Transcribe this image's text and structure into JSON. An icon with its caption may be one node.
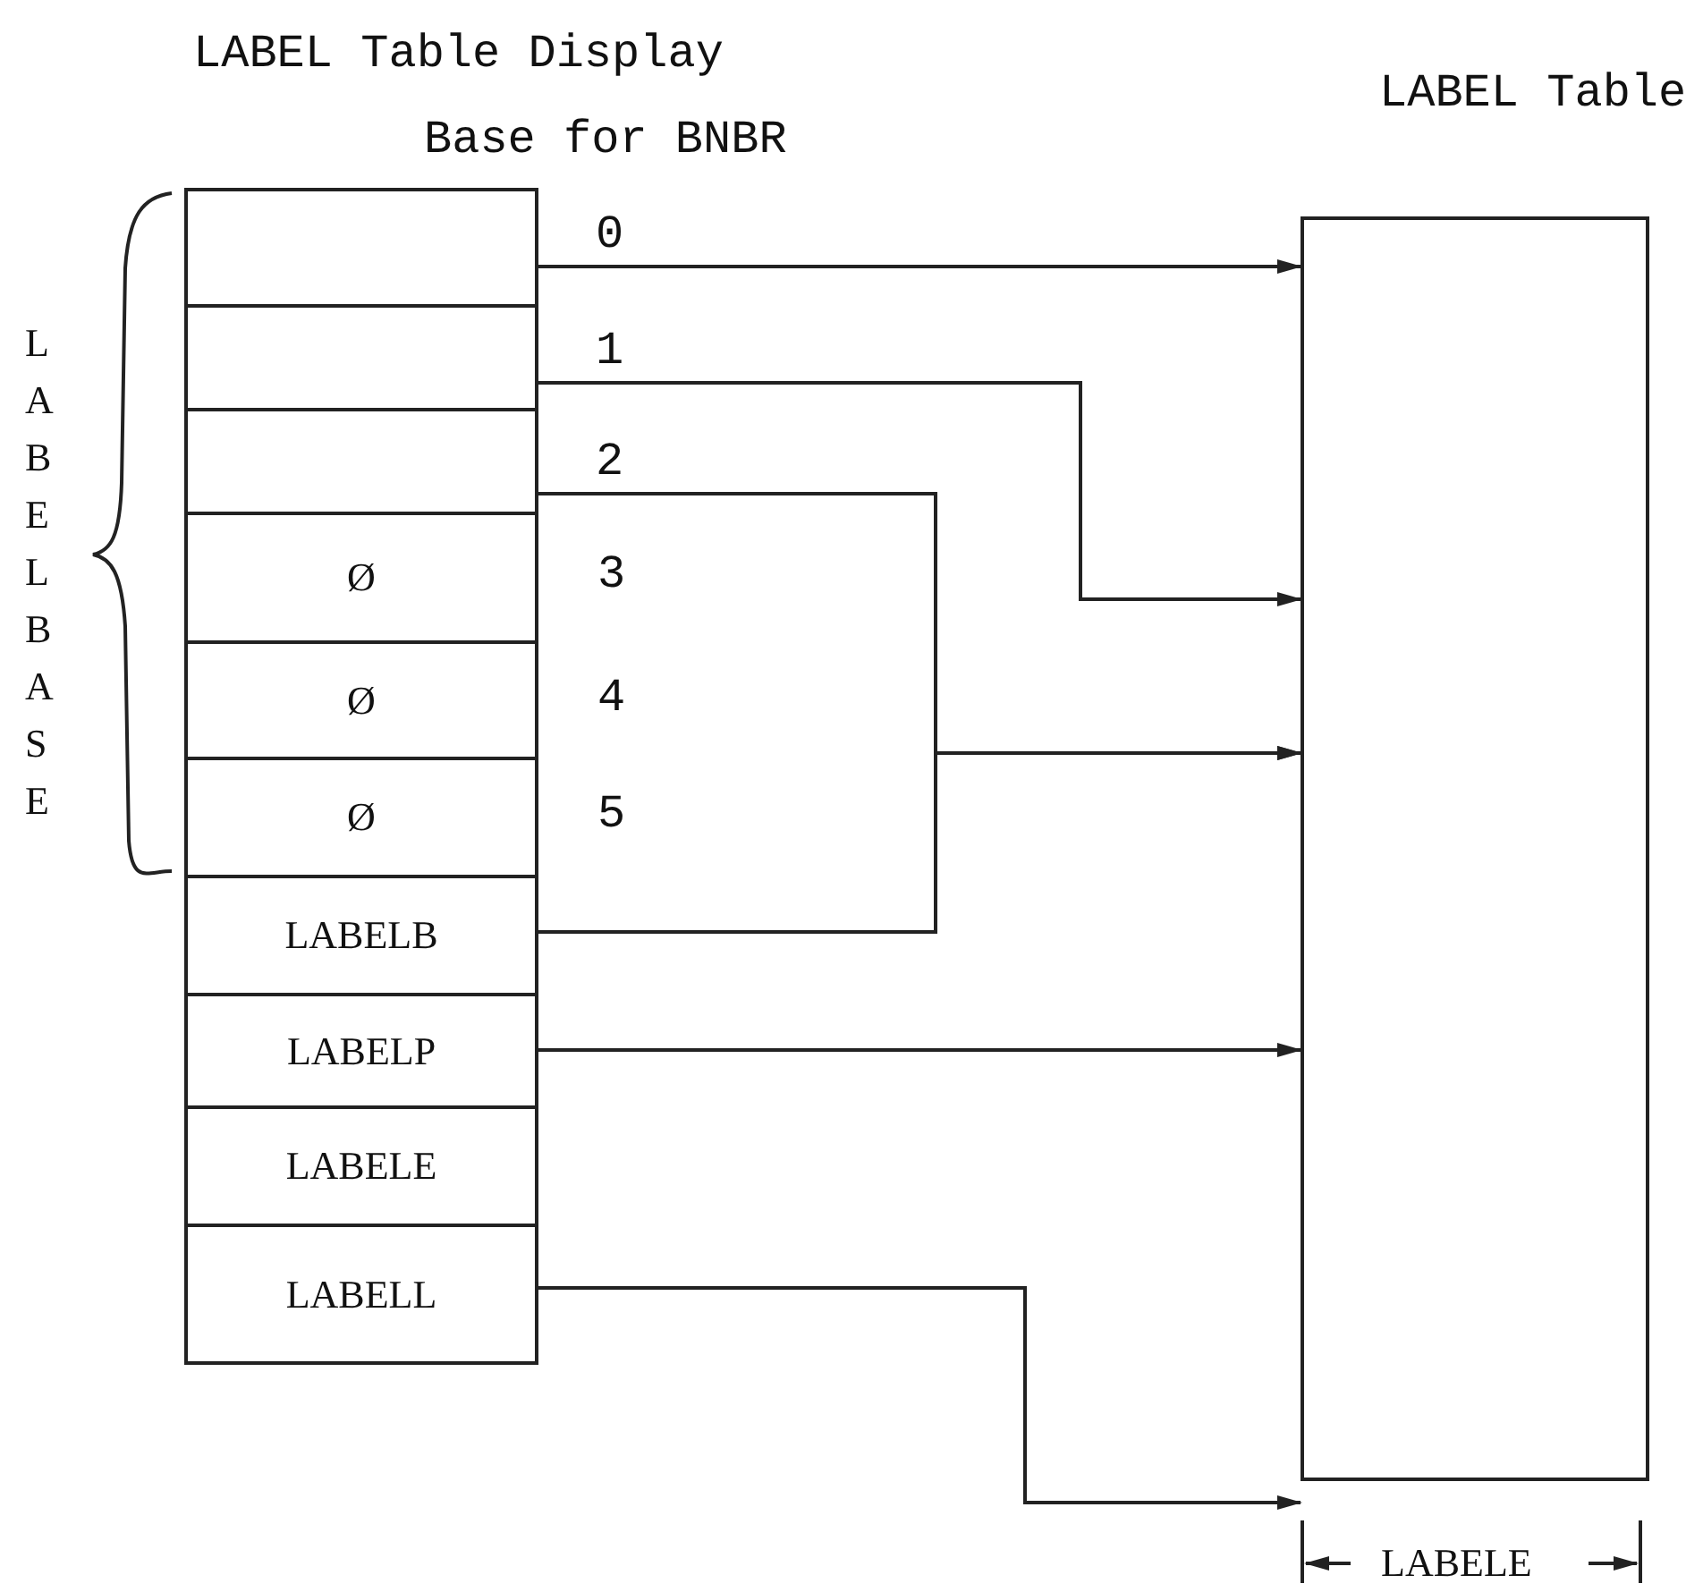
{
  "diagram": {
    "title": "LABEL Table Display Base for BNBR",
    "nodes": [
      {
        "text": [],
        "shape": "box"
      },
      {
        "text": [],
        "shape": "box"
      },
      {
        "text": [],
        "shape": "box"
      },
      {
        "text": [
          "Ø"
        ],
        "beside": [
          "3"
        ]
      },
      {
        "text": [
          "Ø"
        ],
        "beside": [
          "4"
        ]
      },
      {
        "text": [
          "Ø"
        ],
        "beside": [
          "5"
        ]
      },
      {
        "text": [
          "LABELB"
        ]
      },
      {
        "text": [
          "LABELP"
        ]
      },
      {
        "text": [
          "LABELE"
        ]
      },
      {
        "text": [
          "LABELL"
        ]
      },
      {
        "text": [
          "LABEL Table"
        ]
      }
    ],
    "edges": [
      {
        "from": 0,
        "to": 10,
        "arrow": "to",
        "label": "0"
      },
      {
        "from": 1,
        "to": 10,
        "arrow": "to",
        "label": "1"
      },
      {
        "from": 2,
        "to": 10,
        "arrow": "to",
        "label": "2"
      },
      {
        "from": 6,
        "to": 10,
        "arrow": "to"
      },
      {
        "from": 7,
        "to": 10,
        "arrow": "to"
      },
      {
        "from": 9,
        "to": 10,
        "arrow": "to"
      }
    ],
    "labels": [
      "LABELBASE",
      "LABELE"
    ]
  }
}
